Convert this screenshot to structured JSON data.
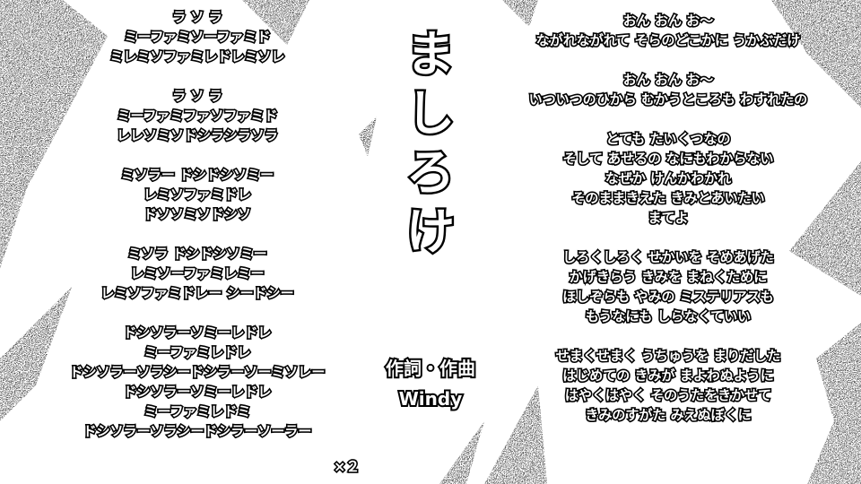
{
  "song_title": "ましろけ",
  "credit_label": "作詞・作曲",
  "credit_name": "Windy",
  "repeat_marker": "×２",
  "solfege": [
    [
      "ラ ソ ラ",
      "ミーファミソーファミド",
      "ミレミソファミレドレミソレ"
    ],
    [
      "ラ ソ ラ",
      "ミーファミファソファミド",
      "レレソミソドシラシラソラ"
    ],
    [
      "ミソラー ドシドシソミー",
      "レミソファミドレ",
      "ドソソミソドシソ"
    ],
    [
      "ミソラ ドシドシソミー",
      "レミソーファミレミー",
      "レミソファミドレー シードシー"
    ],
    [
      "ドシソラーソミーレドレ",
      "ミーファミレドレ",
      "ドシソラーソラシードシラーソーミソレー",
      "ドシソラーソミーレドレ",
      "ミーファミレドミ",
      "ドシソラーソラシードシラーソーラー"
    ]
  ],
  "lyrics": [
    [
      "おん おん お〜",
      "ながれながれて そらのどこかに うかぶだけ"
    ],
    [
      "おん おん お〜",
      "いついつのひから むかうところも わすれたの"
    ],
    [
      "とても たいくつなの",
      "そして あせるの なにもわからない",
      "なぜか けんかわかれ",
      "そのままきえた きみとあいたい",
      "まてよ"
    ],
    [
      "しろくしろく せかいを そめあげた",
      "かげきらう きみを まねくために",
      "ほしぞらも やみの ミステリアスも",
      "もうなにも しらなくていい"
    ],
    [
      "せまくせまく うちゅうを まりだした",
      "はじめての きみが まよわぬように",
      "はやくはやく そのうたをきかせて",
      "きみのすがた みえぬぼくに"
    ]
  ]
}
